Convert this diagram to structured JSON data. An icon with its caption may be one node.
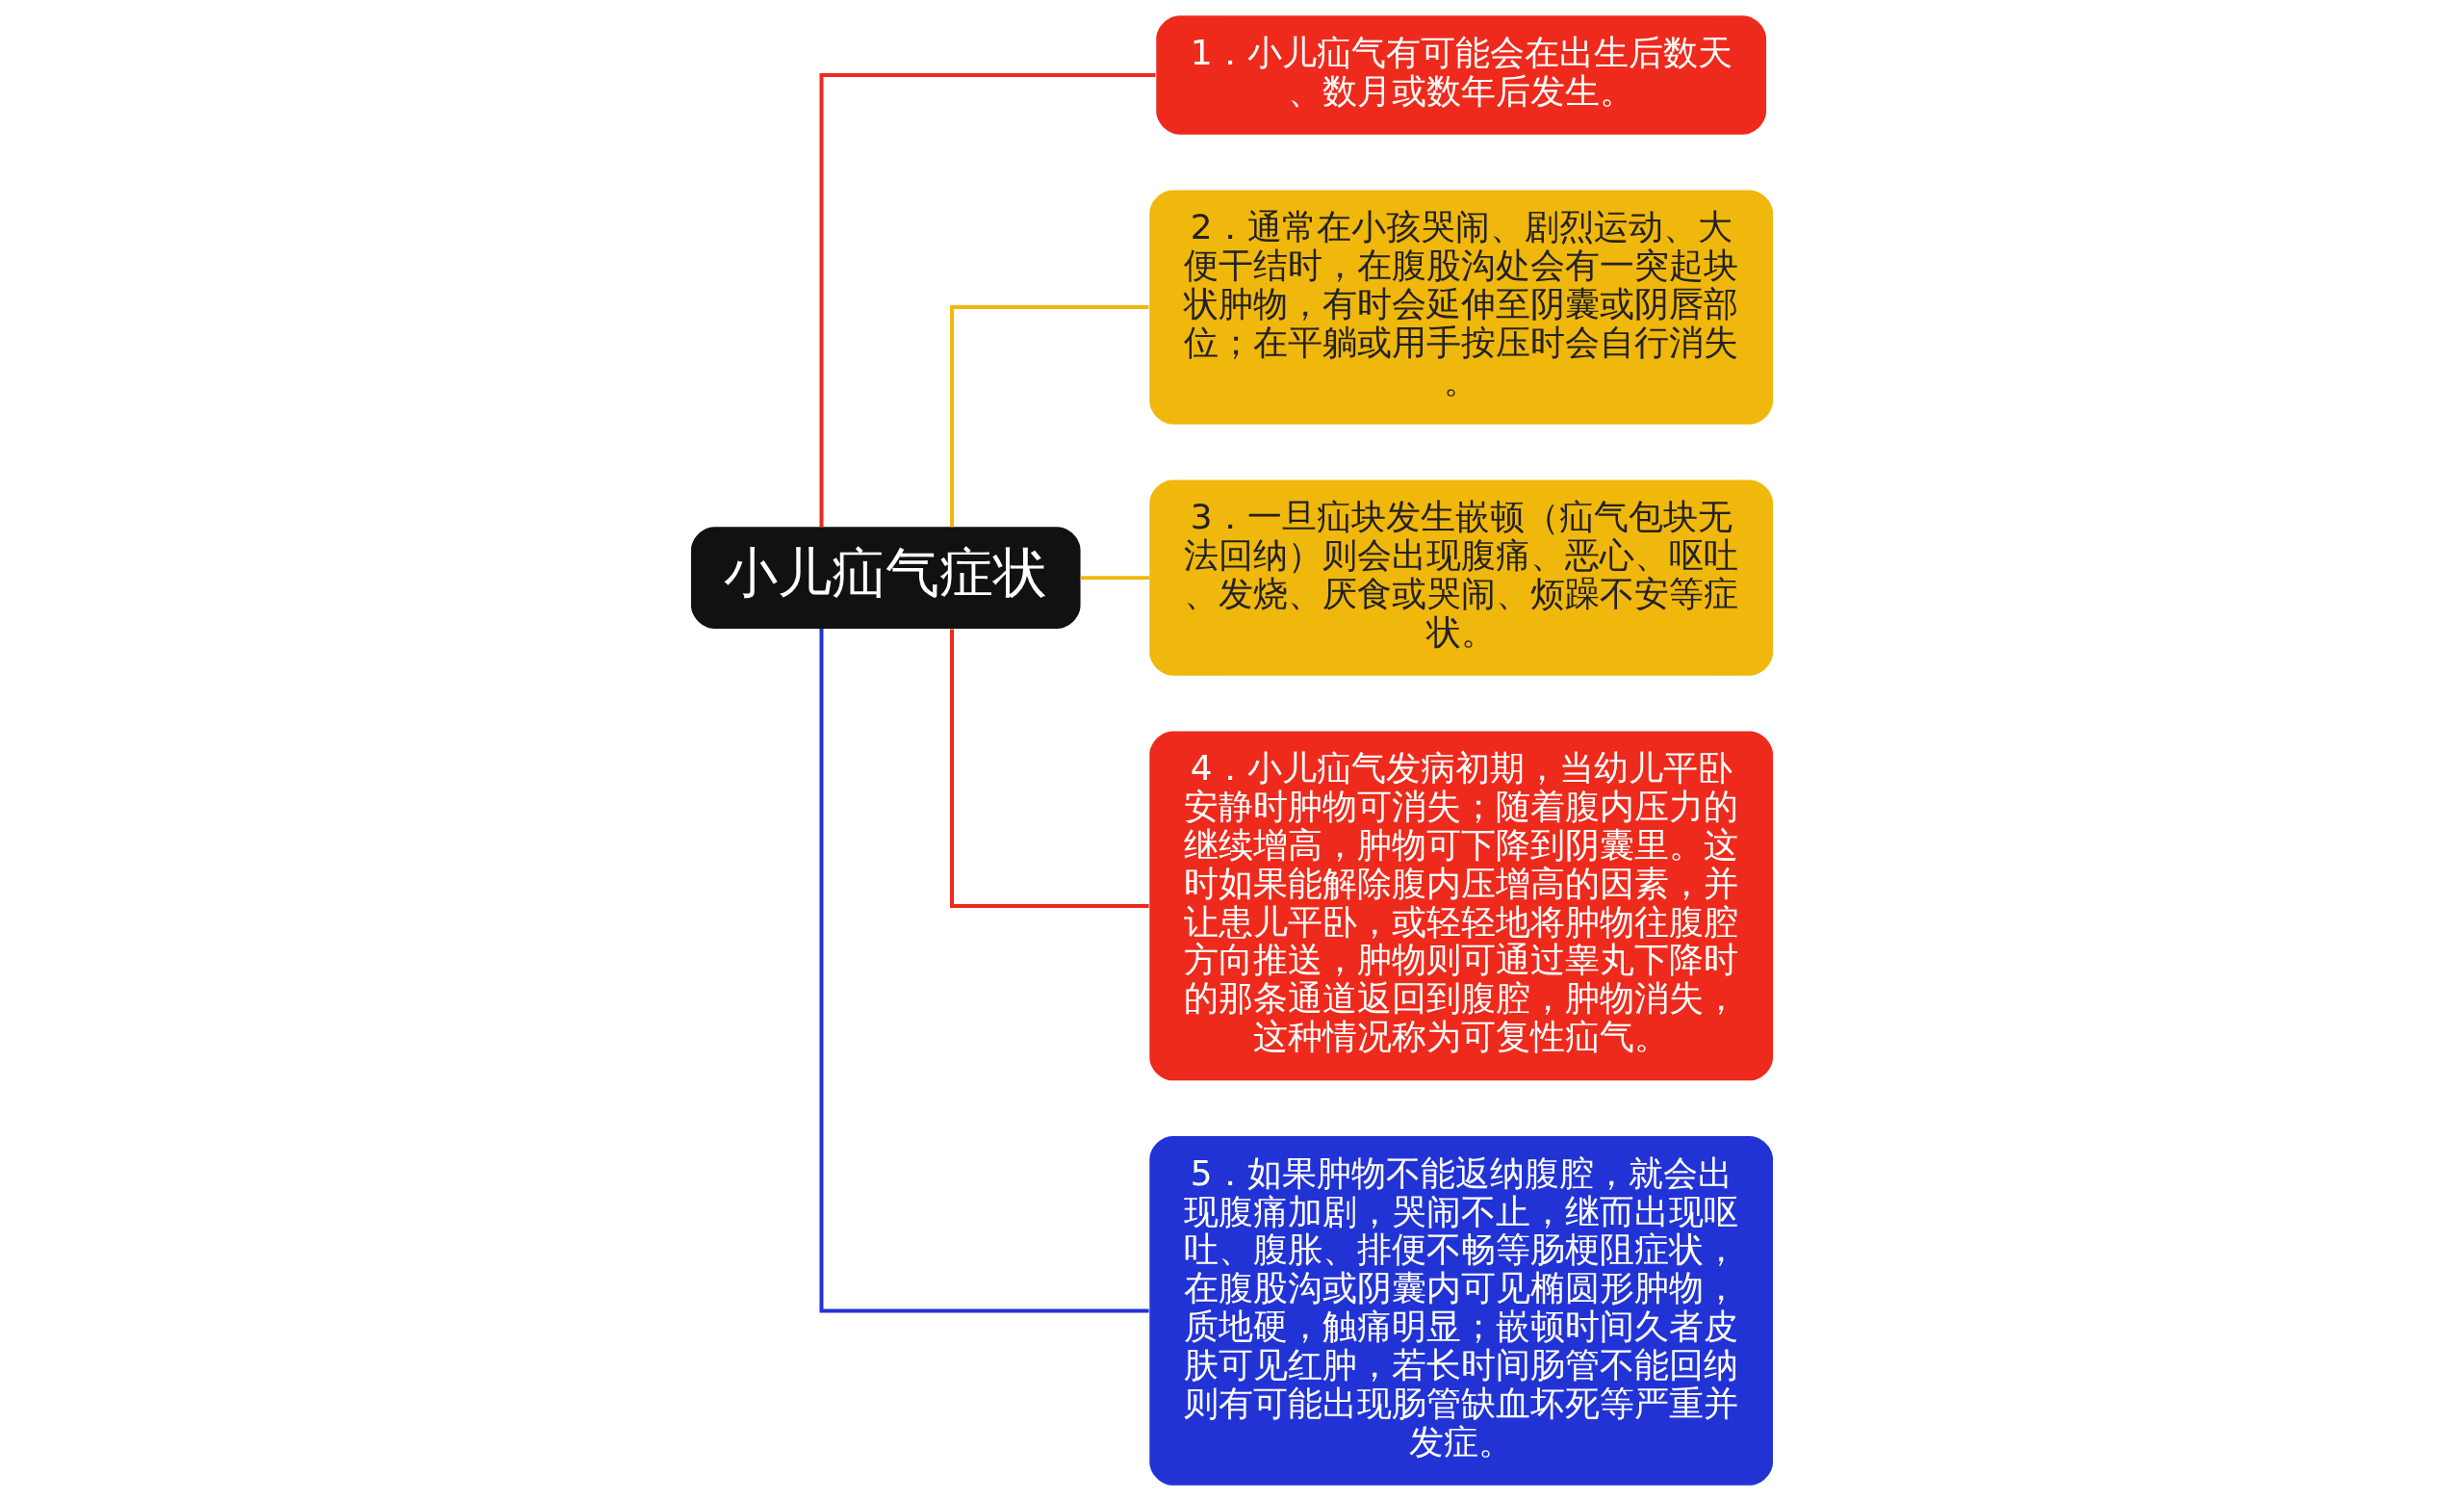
{
  "diagram": {
    "nodes": [
      {
        "text": [
          "小儿疝气症状"
        ]
      },
      {
        "text": [
          "1．小儿疝气有可能会在出生后数天、数月或数年后发生。"
        ]
      },
      {
        "text": [
          "2．通常在小孩哭闹、剧烈运动、大便干结时，在腹股沟处会有一突起块状肿物，有时会延伸至阴囊或阴唇部位；在平躺或用手按压时会自行消失。"
        ]
      },
      {
        "text": [
          "3．一旦疝块发生嵌顿（疝气包块无法回纳）则会出现腹痛、恶心、呕吐、发烧、厌食或哭闹、烦躁不安等症状。"
        ]
      },
      {
        "text": [
          "4．小儿疝气发病初期，当幼儿平卧安静时肿物可消失；随着腹内压力的继续增高，肿物可下降到阴囊里。这时如果能解除腹内压增高的因素，并让患儿平卧，或轻轻地将肿物往腹腔方向推送，肿物则可通过睾丸下降时的那条通道返回到腹腔，肿物消失，这种情况称为可复性疝气。"
        ]
      },
      {
        "text": [
          "5．如果肿物不能返纳腹腔，就会出现腹痛加剧，哭闹不止，继而出现呕吐、腹胀、排便不畅等肠梗阻症状，在腹股沟或阴囊内可见椭圆形肿物，质地硬，触痛明显；嵌顿时间久者皮肤可见红肿，若长时间肠管不能回纳则有可能出现肠管缺血坏死等严重并发症。"
        ]
      }
    ],
    "edges": [
      {
        "from": 0,
        "to": 1,
        "arrow": "none",
        "color": "#ee2a1c"
      },
      {
        "from": 0,
        "to": 2,
        "arrow": "none",
        "color": "#f0b70c"
      },
      {
        "from": 0,
        "to": 3,
        "arrow": "none",
        "color": "#f0b70c"
      },
      {
        "from": 0,
        "to": 4,
        "arrow": "none",
        "color": "#ee2a1c"
      },
      {
        "from": 0,
        "to": 5,
        "arrow": "none",
        "color": "#2233d6"
      }
    ]
  }
}
